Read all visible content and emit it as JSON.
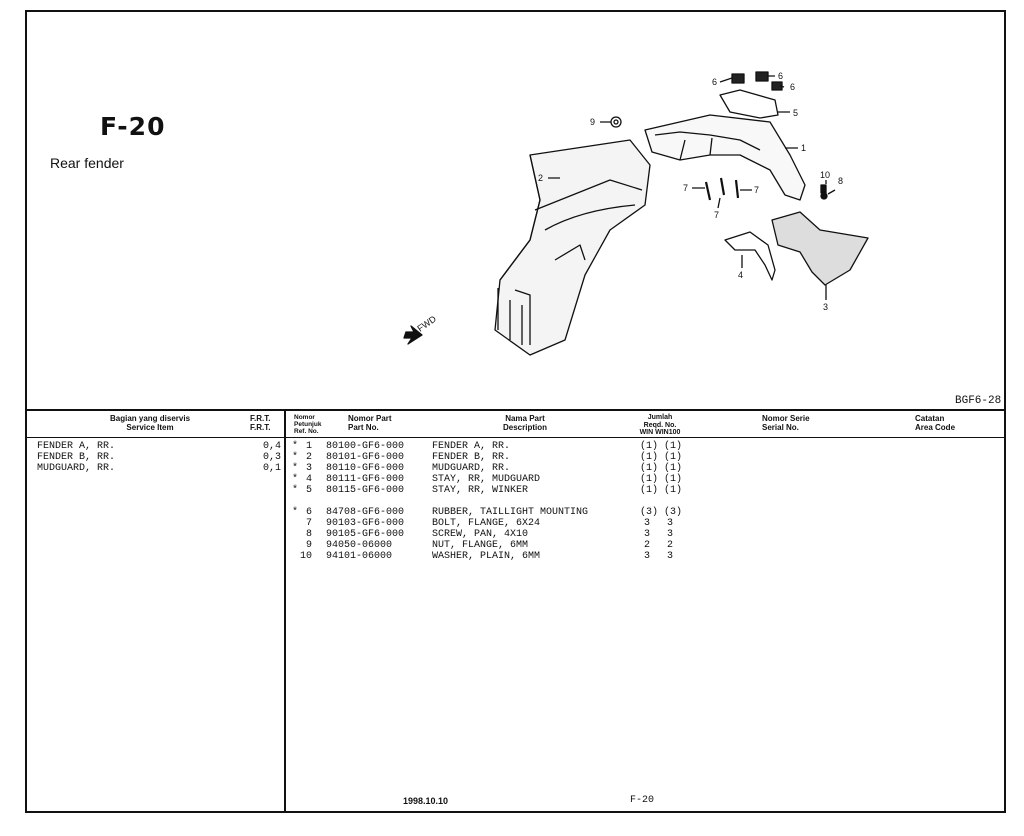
{
  "page": {
    "code": "F-20",
    "title": "Rear fender",
    "ref_code": "BGF6-28"
  },
  "headers": {
    "service_item_id": "Bagian yang diservis",
    "service_item_en": "Service Item",
    "frt1": "F.R.T.",
    "frt2": "F.R.T.",
    "ref_id1": "Nomor",
    "ref_id2": "Petunjuk",
    "ref_en": "Ref. No.",
    "part_no_id": "Nomor Part",
    "part_no_en": "Part No.",
    "desc_id": "Nama Part",
    "desc_en": "Description",
    "qty_id": "Jumlah",
    "qty_reqd": "Reqd. No.",
    "qty_models": "WIN WIN100",
    "serial_id": "Nomor Serie",
    "serial_en": "Serial No.",
    "area_id": "Catatan",
    "area_en": "Area Code"
  },
  "service_items": [
    {
      "name": "FENDER A, RR.",
      "frt": "0,4"
    },
    {
      "name": "FENDER B, RR.",
      "frt": "0,3"
    },
    {
      "name": "MUDGUARD, RR.",
      "frt": "0,1"
    }
  ],
  "parts": [
    {
      "mark": "*",
      "ref": "1",
      "part_no": "80100-GF6-000",
      "desc": "FENDER A, RR.",
      "q1": "(1)",
      "q2": "(1)"
    },
    {
      "mark": "*",
      "ref": "2",
      "part_no": "80101-GF6-000",
      "desc": "FENDER B, RR.",
      "q1": "(1)",
      "q2": "(1)"
    },
    {
      "mark": "*",
      "ref": "3",
      "part_no": "80110-GF6-000",
      "desc": "MUDGUARD, RR.",
      "q1": "(1)",
      "q2": "(1)"
    },
    {
      "mark": "*",
      "ref": "4",
      "part_no": "80111-GF6-000",
      "desc": "STAY, RR, MUDGUARD",
      "q1": "(1)",
      "q2": "(1)"
    },
    {
      "mark": "*",
      "ref": "5",
      "part_no": "80115-GF6-000",
      "desc": "STAY, RR, WINKER",
      "q1": "(1)",
      "q2": "(1)"
    },
    {
      "mark": "*",
      "ref": "6",
      "part_no": "84708-GF6-000",
      "desc": "RUBBER, TAILLIGHT MOUNTING",
      "q1": "(3)",
      "q2": "(3)"
    },
    {
      "mark": "",
      "ref": "7",
      "part_no": "90103-GF6-000",
      "desc": "BOLT, FLANGE, 6X24",
      "q1": "3",
      "q2": "3"
    },
    {
      "mark": "",
      "ref": "8",
      "part_no": "90105-GF6-000",
      "desc": "SCREW, PAN, 4X10",
      "q1": "3",
      "q2": "3"
    },
    {
      "mark": "",
      "ref": "9",
      "part_no": "94050-06000",
      "desc": "NUT, FLANGE, 6MM",
      "q1": "2",
      "q2": "2"
    },
    {
      "mark": "",
      "ref": "10",
      "part_no": "94101-06000",
      "desc": "WASHER, PLAIN, 6MM",
      "q1": "3",
      "q2": "3"
    }
  ],
  "diagram": {
    "fwd_label": "FWD",
    "callouts": [
      "6",
      "6",
      "6",
      "5",
      "9",
      "1",
      "2",
      "10",
      "8",
      "7",
      "7",
      "7",
      "4",
      "3"
    ]
  },
  "footer": {
    "date": "1998.10.10",
    "page": "F-20"
  }
}
